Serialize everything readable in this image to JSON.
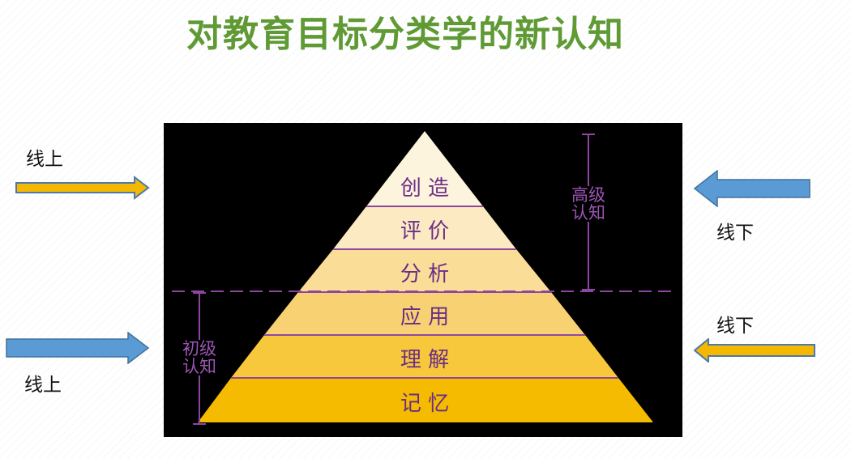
{
  "title": "对教育目标分类学的新认知",
  "labels": {
    "top_left": "线上",
    "top_right": "线下",
    "bottom_left": "线上",
    "bottom_right": "线下"
  },
  "pyramid": {
    "levels": [
      {
        "label": "创 造",
        "color": "#fdf4dd"
      },
      {
        "label": "评 价",
        "color": "#fbeac2"
      },
      {
        "label": "分 析",
        "color": "#fadd97"
      },
      {
        "label": "应 用",
        "color": "#f8d272"
      },
      {
        "label": "理 解",
        "color": "#f7c73c"
      },
      {
        "label": "记 忆",
        "color": "#f5bb00"
      }
    ],
    "high_cognition": [
      "高级",
      "认知"
    ],
    "low_cognition": [
      "初级",
      "认知"
    ]
  },
  "colors": {
    "title": "#5f9a35",
    "divider": "#8e47a0",
    "arrow_orange": "#f5b800",
    "arrow_blue": "#5b9bd5",
    "text_purple": "#6b2d86"
  }
}
